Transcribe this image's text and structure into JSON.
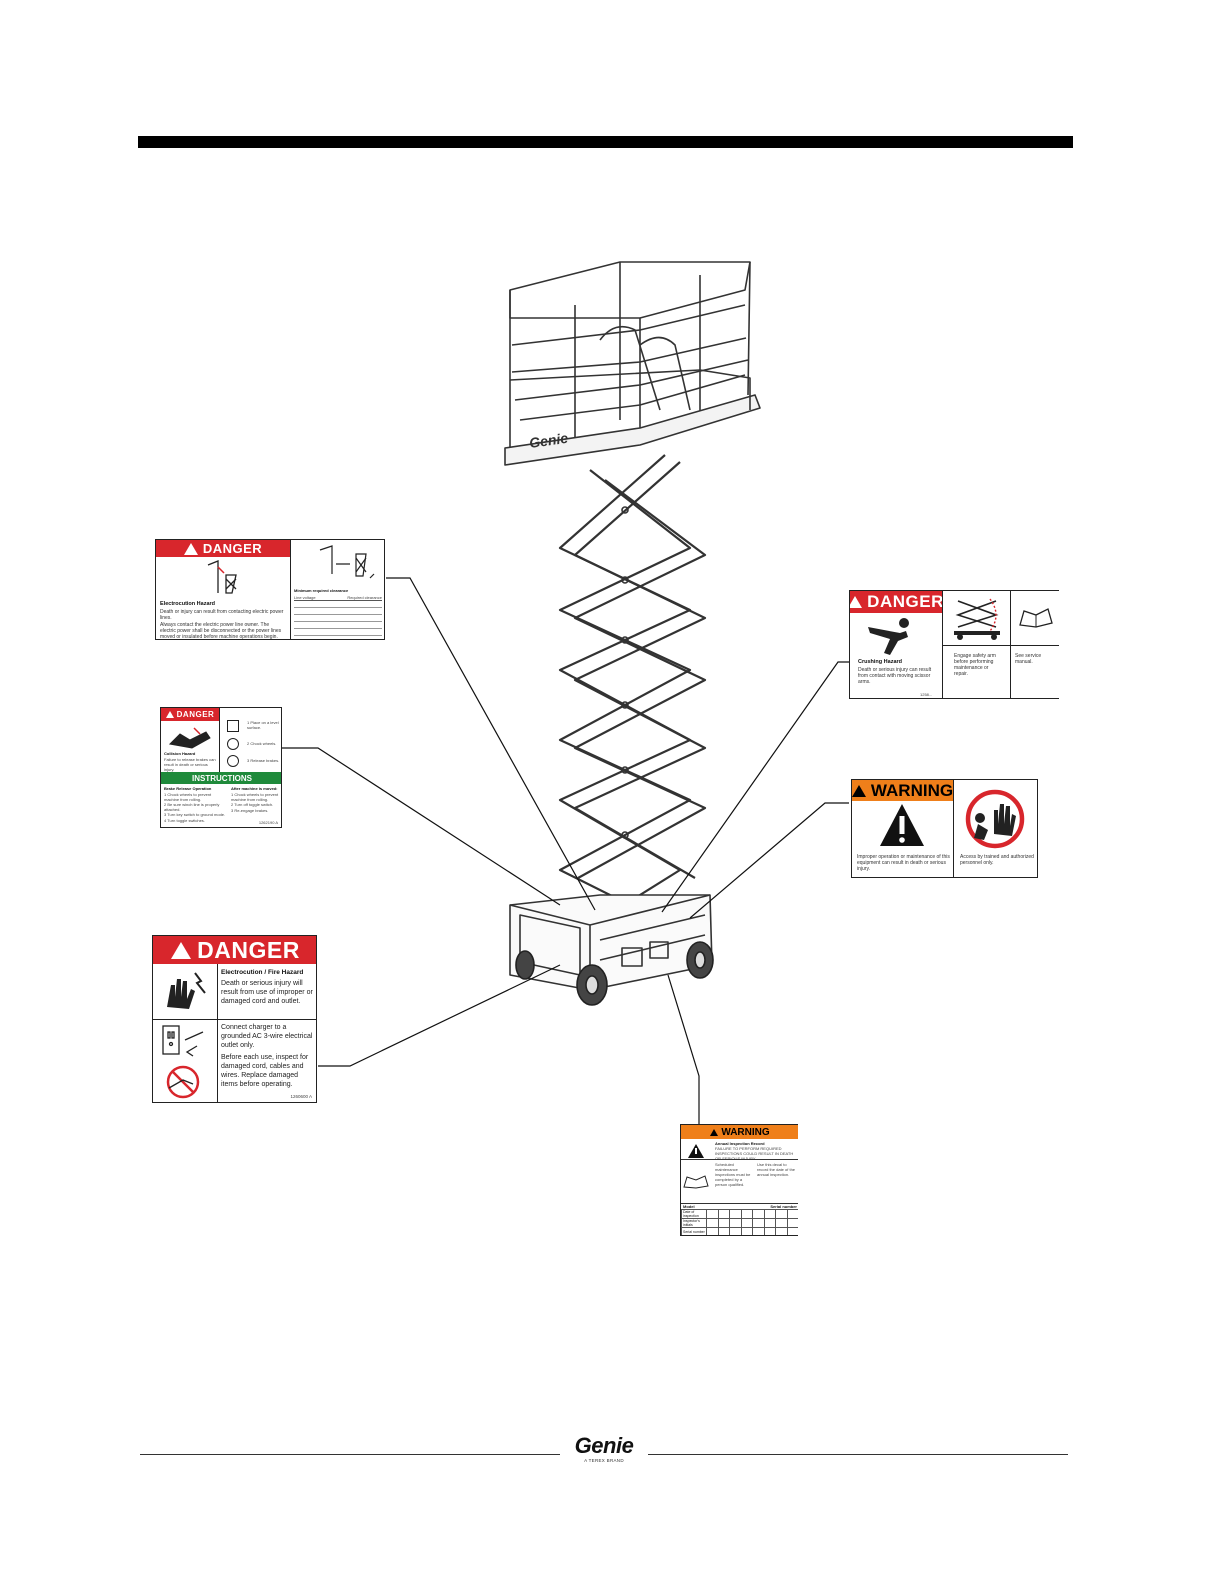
{
  "danger_electrocution": {
    "header": "DANGER",
    "title": "Electrocution Hazard",
    "line1": "Death or injury can result from contacting electric power lines.",
    "line2": "Always contact the electric power line owner. The electric power shall be disconnected or the power lines moved or insulated before machine operations begin.",
    "table_title": "Minimum required clearance",
    "col1": "Line voltage",
    "col2": "Required clearance"
  },
  "danger_collision": {
    "header": "DANGER",
    "title": "Collision Hazard",
    "body": "Failure to release brakes can result in death or serious injury.",
    "step1": "1 Place on a level surface.",
    "step2": "2 Chock wheels.",
    "step3": "3 Release brakes.",
    "instr_header": "INSTRUCTIONS",
    "instr_left_title": "Brake Release Operation",
    "instr_right_title": "After machine is moved:",
    "left_steps": [
      "1 Chock wheels to prevent machine from rolling.",
      "2 Be sure winch line is properly attached.",
      "3 Turn key switch to ground mode.",
      "4 Turn toggle switches."
    ],
    "right_steps": [
      "1 Chock wheels to prevent machine from rolling.",
      "2 Turn off toggle switch.",
      "3 Re-engage brakes."
    ],
    "code": "1262190 A"
  },
  "danger_fire": {
    "header": "DANGER",
    "title": "Electrocution / Fire Hazard",
    "body": "Death or serious injury will result from use of improper or damaged cord and outlet.",
    "connect": "Connect charger to a grounded AC 3-wire electrical outlet only.",
    "inspect": "Before each use, inspect for damaged cord, cables and wires. Replace damaged items before operating.",
    "code": "1260600 A"
  },
  "danger_crushing": {
    "header": "DANGER",
    "title": "Crushing Hazard",
    "body": "Death or serious injury can result from contact with moving scissor arms.",
    "engage": "Engage safety arm before performing maintenance or repair.",
    "manual": "See service manual.",
    "code": "1258..."
  },
  "warning_operation": {
    "header": "WARNING",
    "left_text": "Improper operation or maintenance of this equipment can result in death or serious injury.",
    "right_text": "Access by trained and authorized personnel only."
  },
  "warning_inspection": {
    "header": "WARNING",
    "title": "Annual Inspection Record",
    "body": "FAILURE TO PERFORM REQUIRED INSPECTIONS COULD RESULT IN DEATH OR SERIOUS INJURY.",
    "col_a": "Scheduled maintenance inspections must be completed by a person qualified.",
    "col_b": "Use this decal to record the date of the annual inspection.",
    "row1": "Date of inspection",
    "row2": "Inspector's initials",
    "row3": "Serial number",
    "model": "Model",
    "serial": "Serial number"
  },
  "footer": {
    "logo": "Genie",
    "tagline": "A TEREX BRAND"
  },
  "colors": {
    "danger": "#d8262c",
    "warning": "#ef7f1a",
    "instructions": "#1f8a3b"
  }
}
